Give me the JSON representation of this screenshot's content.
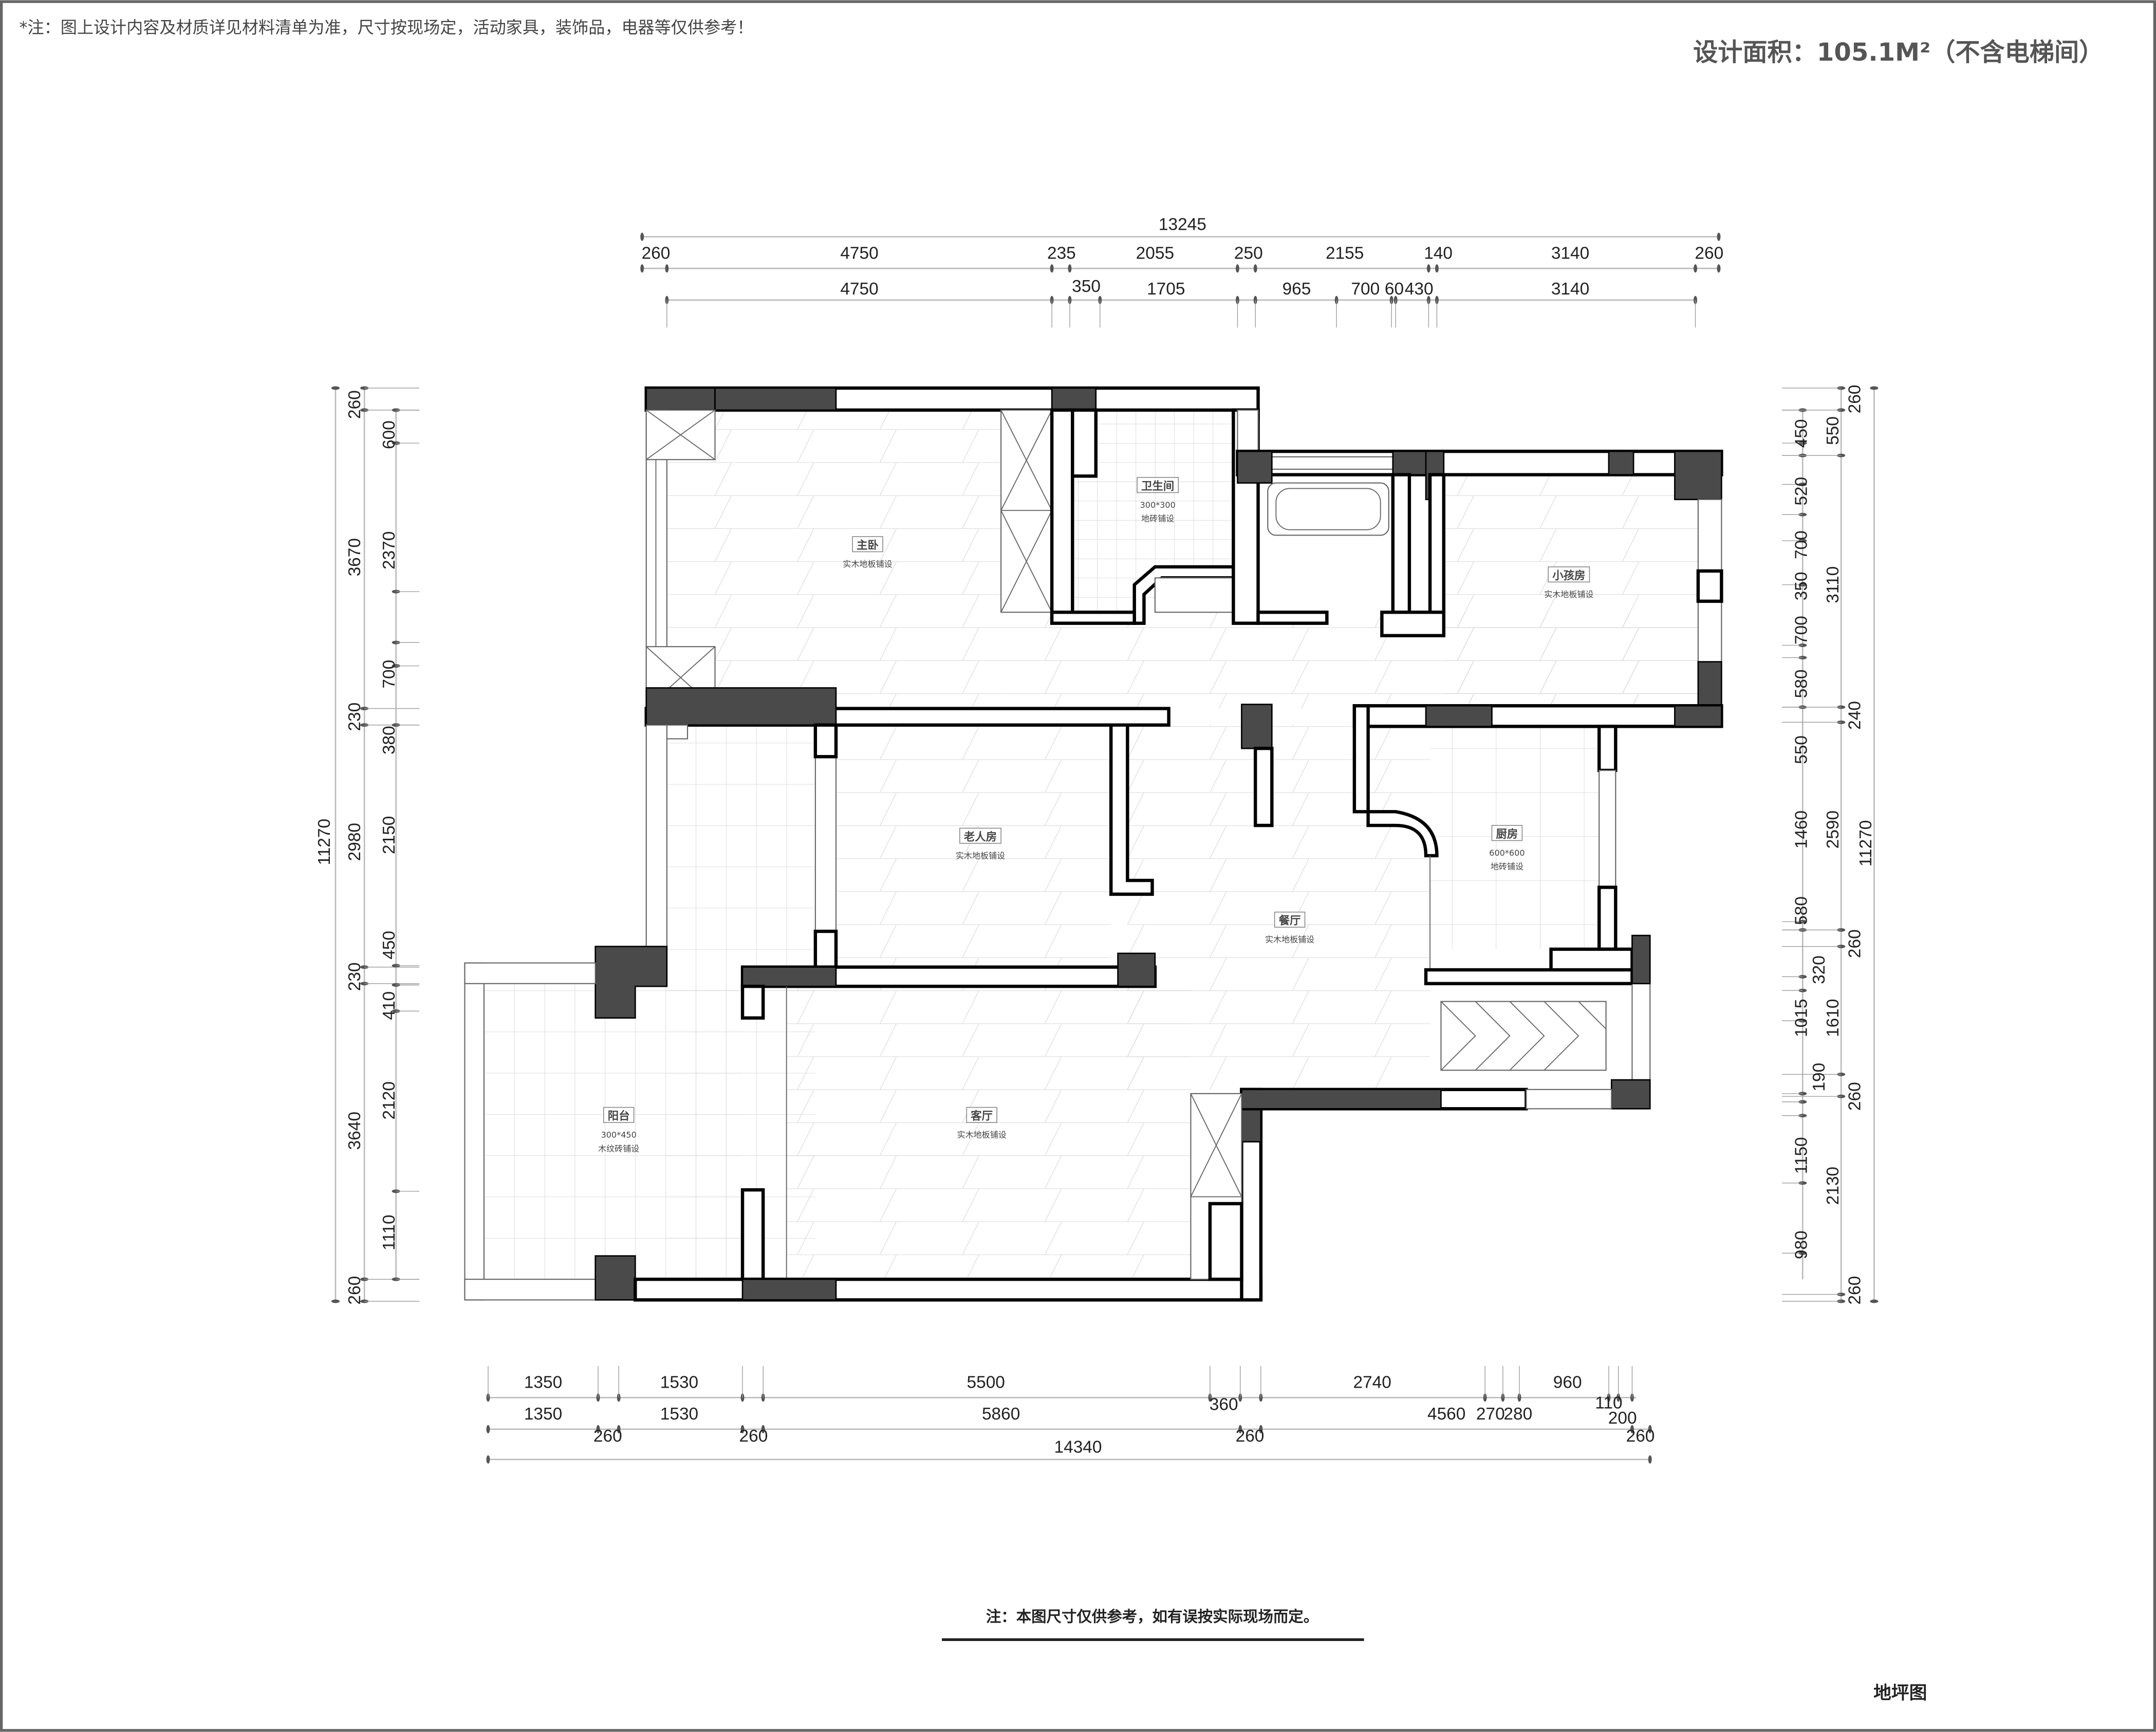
{
  "header": {
    "note": "*注：图上设计内容及材质详见材料清单为准，尺寸按现场定，活动家具，装饰品，电器等仅供参考！",
    "area": "设计面积：105.1M²（不含电梯间）"
  },
  "rooms": [
    {
      "name": "主卧",
      "lines": [
        "实木地板铺设"
      ]
    },
    {
      "name": "卫生间",
      "lines": [
        "300*300",
        "地砖铺设"
      ]
    },
    {
      "name": "小孩房",
      "lines": [
        "实木地板铺设"
      ]
    },
    {
      "name": "老人房",
      "lines": [
        "实木地板铺设"
      ]
    },
    {
      "name": "餐厅",
      "lines": [
        "实木地板铺设"
      ]
    },
    {
      "name": "厨房",
      "lines": [
        "600*600",
        "地砖铺设"
      ]
    },
    {
      "name": "阳台",
      "lines": [
        "300*450",
        "木纹砖铺设"
      ]
    },
    {
      "name": "客厅",
      "lines": [
        "实木地板铺设"
      ]
    }
  ],
  "dimensions": {
    "top_total": "13245",
    "top_row1": [
      "260",
      "4750",
      "235",
      "2055",
      "250",
      "2155",
      "140",
      "3140",
      "260"
    ],
    "top_row2": [
      "4750",
      "350",
      "1705",
      "965",
      "700",
      "60",
      "430",
      "3140"
    ],
    "bottom_row1": [
      "1350",
      "1530",
      "5500",
      "2740",
      "960",
      "360",
      "110"
    ],
    "bottom_row2": [
      "1350",
      "1530",
      "5860",
      "4560",
      "270",
      "280",
      "200"
    ],
    "bottom_row3": [
      "260",
      "260",
      "260",
      "260"
    ],
    "bottom_total": "14340",
    "left_total": "11270",
    "left_outer": [
      "260",
      "3670",
      "230",
      "2980",
      "230",
      "3640",
      "260"
    ],
    "left_inner": [
      "600",
      "2370",
      "700",
      "380",
      "2150",
      "450",
      "410",
      "2120",
      "1110"
    ],
    "right_inner": [
      "450",
      "520",
      "700",
      "350",
      "700",
      "580",
      "550",
      "1460",
      "580",
      "320",
      "1015",
      "190",
      "1150",
      "980"
    ],
    "right_mid": [
      "550",
      "3110",
      "2590",
      "1610",
      "2130"
    ],
    "right_outer": [
      "260",
      "240",
      "260",
      "260",
      "260"
    ],
    "right_total": "11270"
  },
  "footer": {
    "note": "注：本图尺寸仅供参考，如有误按实际现场而定。",
    "drawing_title": "地坪图"
  }
}
